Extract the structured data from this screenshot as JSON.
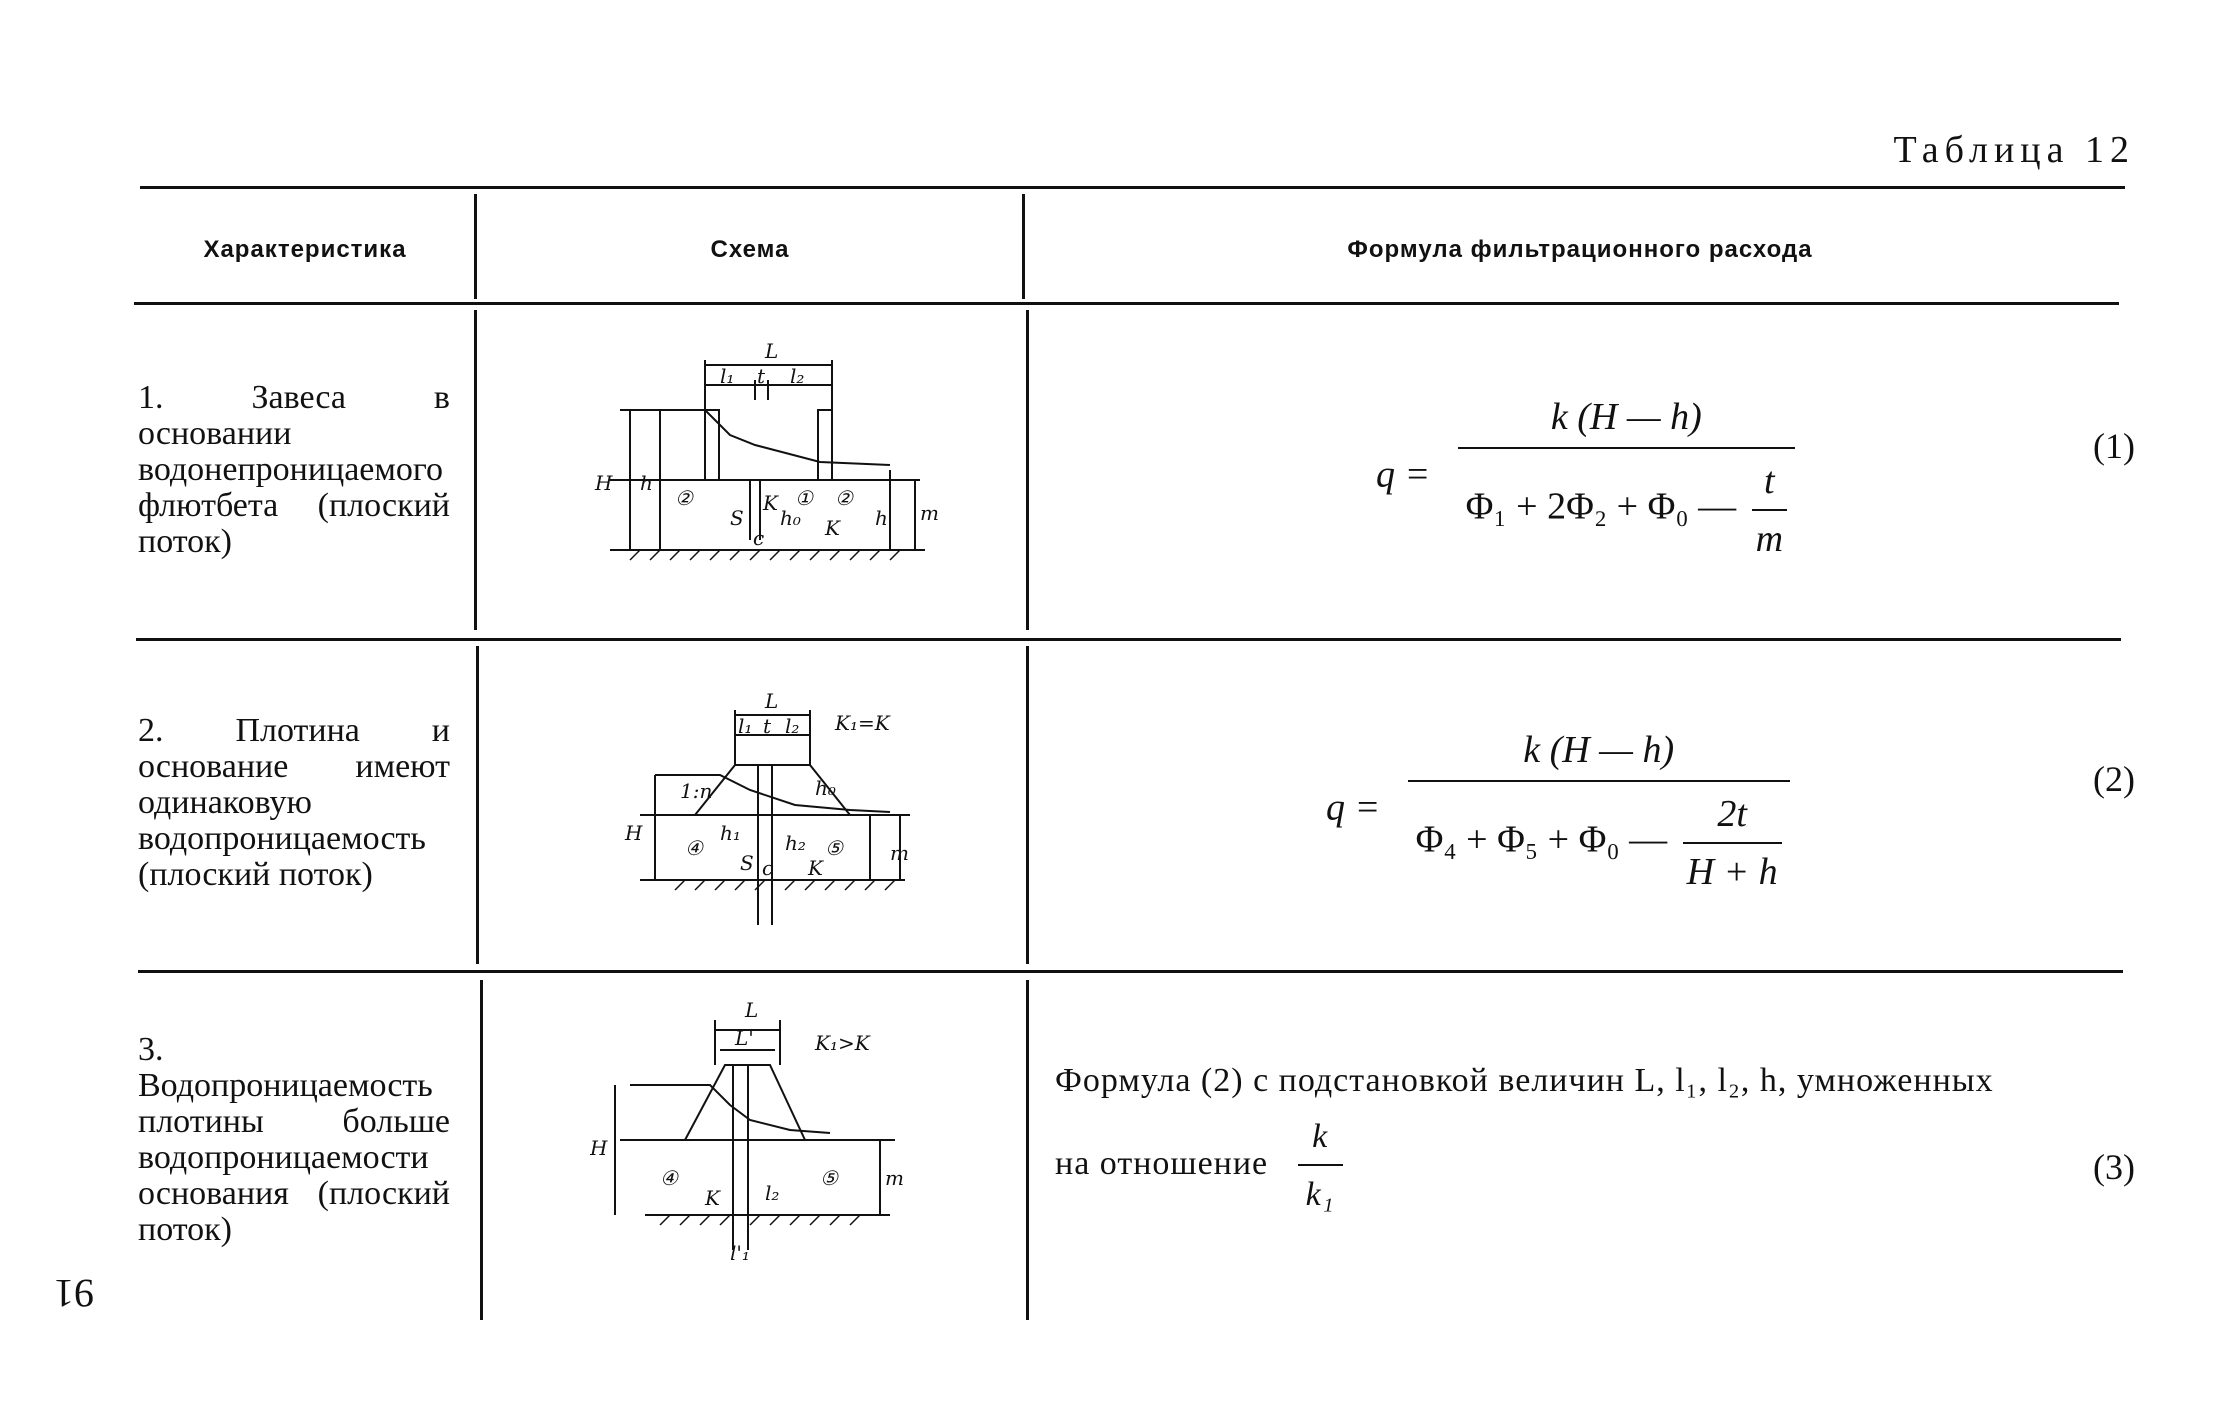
{
  "table_caption": "Таблица 12",
  "headers": {
    "characteristic": "Характеристика",
    "scheme": "Схема",
    "formula": "Формула фильтрационного расхода"
  },
  "rows": [
    {
      "characteristic": "1. Завеса в основании водонепроницаемого флютбета (плоский поток)",
      "formula": {
        "lhs": "q =",
        "numerator": "k (H — h)",
        "denominator_main": "Φ₁ + 2Φ₂ + Φ₀ —",
        "denominator_frac_num": "t",
        "denominator_frac_den": "m"
      },
      "number": "(1)",
      "scheme_labels": [
        "L",
        "l₁",
        "t",
        "l₂",
        "H",
        "h",
        "②",
        "①",
        "②",
        "S",
        "K",
        "c",
        "h₀",
        "h",
        "K",
        "m"
      ]
    },
    {
      "characteristic": "2. Плотина и основание имеют одинаковую водопроницаемость (плоский поток)",
      "formula": {
        "lhs": "q =",
        "numerator": "k (H — h)",
        "denominator_main": "Φ₄ + Φ₅ + Φ₀ —",
        "denominator_frac_num": "2t",
        "denominator_frac_den": "H + h"
      },
      "number": "(2)",
      "scheme_labels": [
        "L",
        "l₁",
        "t",
        "l₂",
        "K₁=K",
        "1:n",
        "H",
        "h₀",
        "h₁",
        "h₂",
        "④",
        "⑤",
        "S",
        "c",
        "K",
        "m"
      ]
    },
    {
      "characteristic": "3. Водопроницаемость плотины больше водопроницаемости основания (плоский поток)",
      "formula_line1": "Формула (2) с подстановкой величин L, l₁, l₂, h, умноженных",
      "formula_line2": "на отношение",
      "ratio_num": "k",
      "ratio_den": "k₁",
      "number": "(3)",
      "scheme_labels": [
        "L",
        "L'",
        "K₁>K",
        "H",
        "④",
        "⑤",
        "K",
        "l₂",
        "l'₁",
        "m"
      ]
    }
  ],
  "page_number": "91"
}
